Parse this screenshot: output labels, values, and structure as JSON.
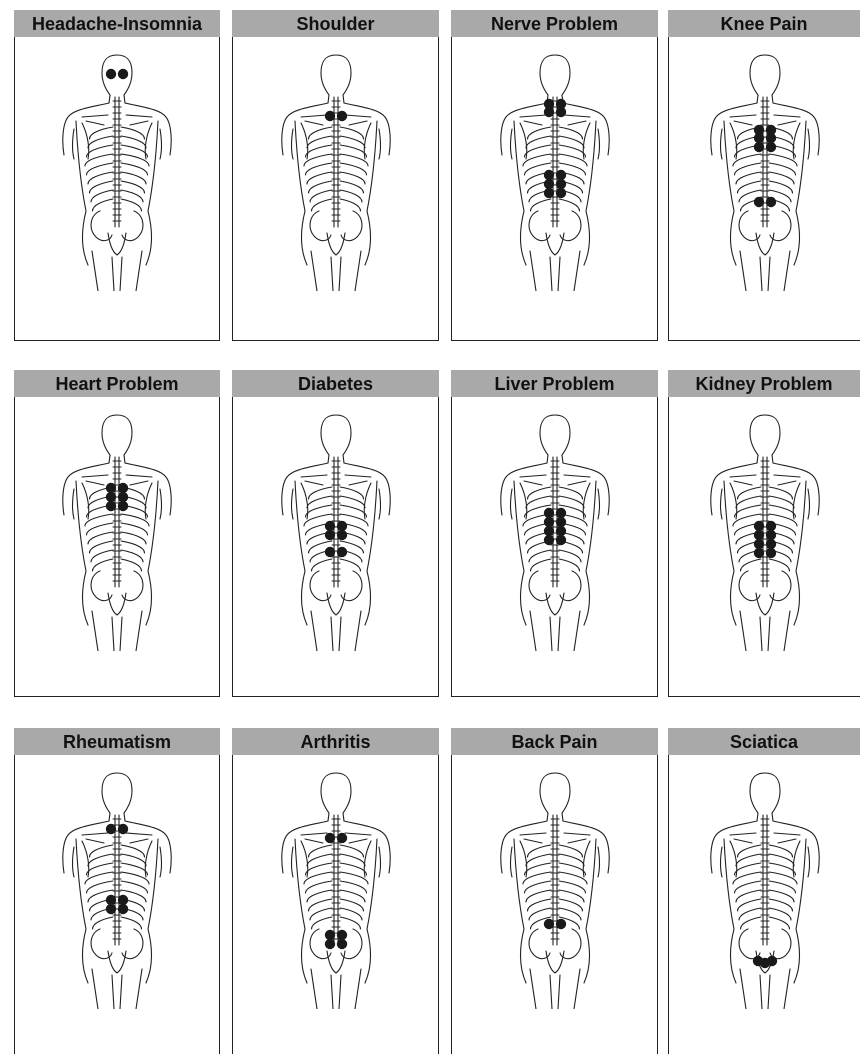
{
  "icon": "back-skeleton-diagram-icon",
  "point_color": "#1a1a1a",
  "header_color": "#a9a9a9",
  "cards": [
    {
      "label": "Headache-Insomnia",
      "region": "skull-base"
    },
    {
      "label": "Shoulder",
      "region": "lower-neck"
    },
    {
      "label": "Nerve Problem",
      "region": "neck-and-mid-back"
    },
    {
      "label": "Knee Pain",
      "region": "upper-back-and-lumbar"
    },
    {
      "label": "Heart Problem",
      "region": "upper-thoracic"
    },
    {
      "label": "Diabetes",
      "region": "mid-thoracic"
    },
    {
      "label": "Liver Problem",
      "region": "thoracic-column"
    },
    {
      "label": "Kidney Problem",
      "region": "lower-thoracic"
    },
    {
      "label": "Rheumatism",
      "region": "upper-and-lumbar"
    },
    {
      "label": "Arthritis",
      "region": "upper-and-low-lumbar"
    },
    {
      "label": "Back Pain",
      "region": "lumbar"
    },
    {
      "label": "Sciatica",
      "region": "sacrum"
    }
  ]
}
